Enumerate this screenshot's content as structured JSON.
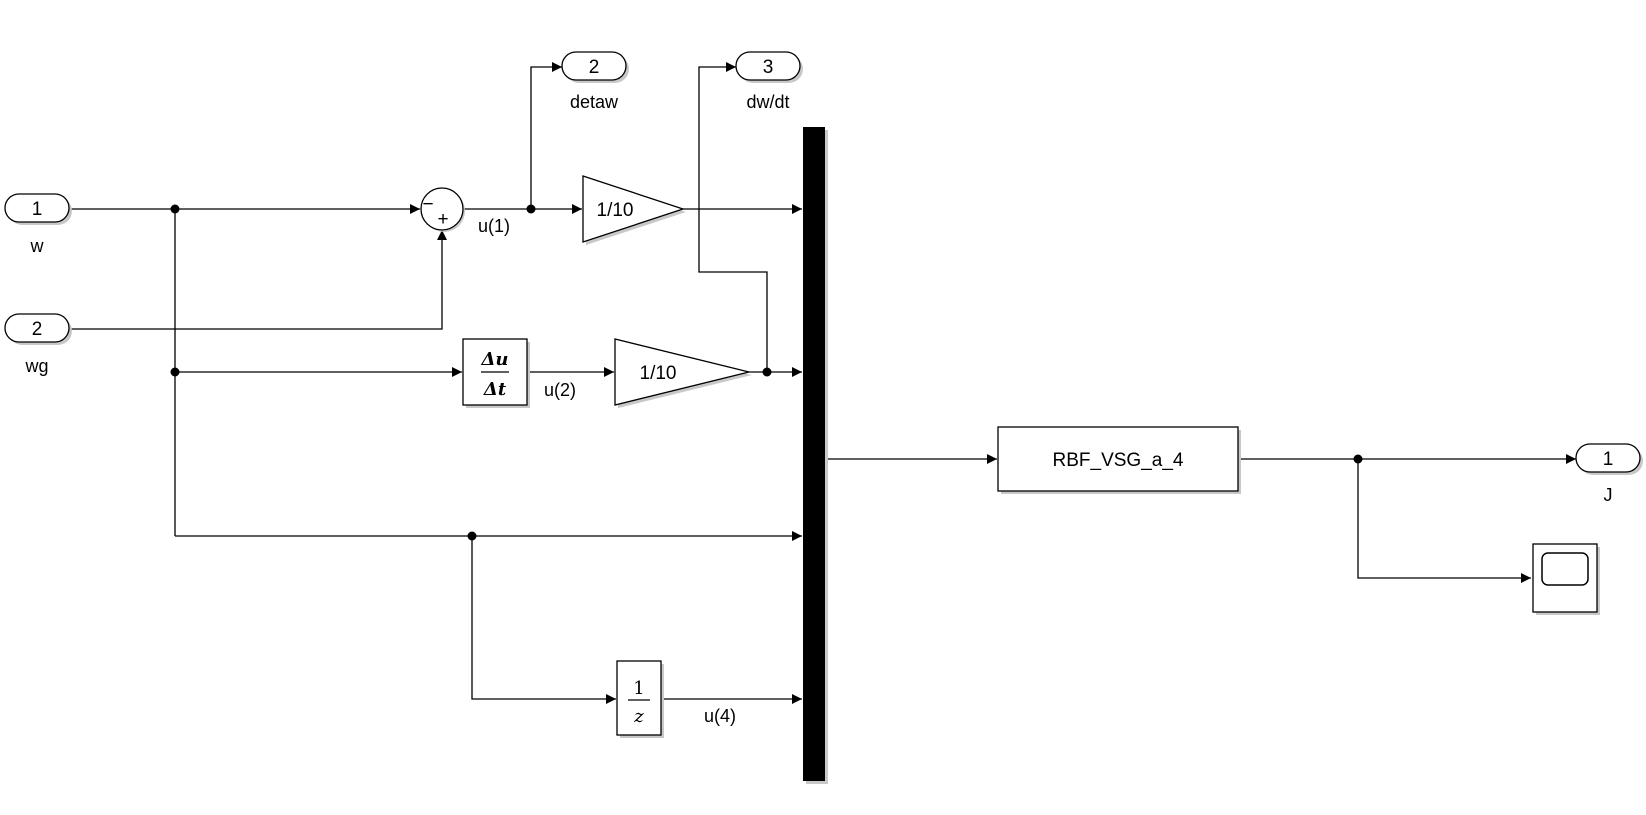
{
  "inports": [
    {
      "number": "1",
      "name": "w"
    },
    {
      "number": "2",
      "name": "wg"
    }
  ],
  "outports": [
    {
      "number": "2",
      "name": "detaw"
    },
    {
      "number": "3",
      "name": "dw/dt"
    },
    {
      "number": "1",
      "name": "J"
    }
  ],
  "sum": {
    "sign_top": "−",
    "sign_bottom": "+"
  },
  "gains": [
    {
      "label": "1/10"
    },
    {
      "label": "1/10"
    }
  ],
  "derivative": {
    "numerator": "Δu",
    "denominator": "Δt"
  },
  "unit_delay": {
    "numerator": "1",
    "denominator": "z"
  },
  "signal_labels": {
    "u1": "u(1)",
    "u2": "u(2)",
    "u4": "u(4)"
  },
  "subsystem": {
    "label": "RBF_VSG_a_4"
  }
}
